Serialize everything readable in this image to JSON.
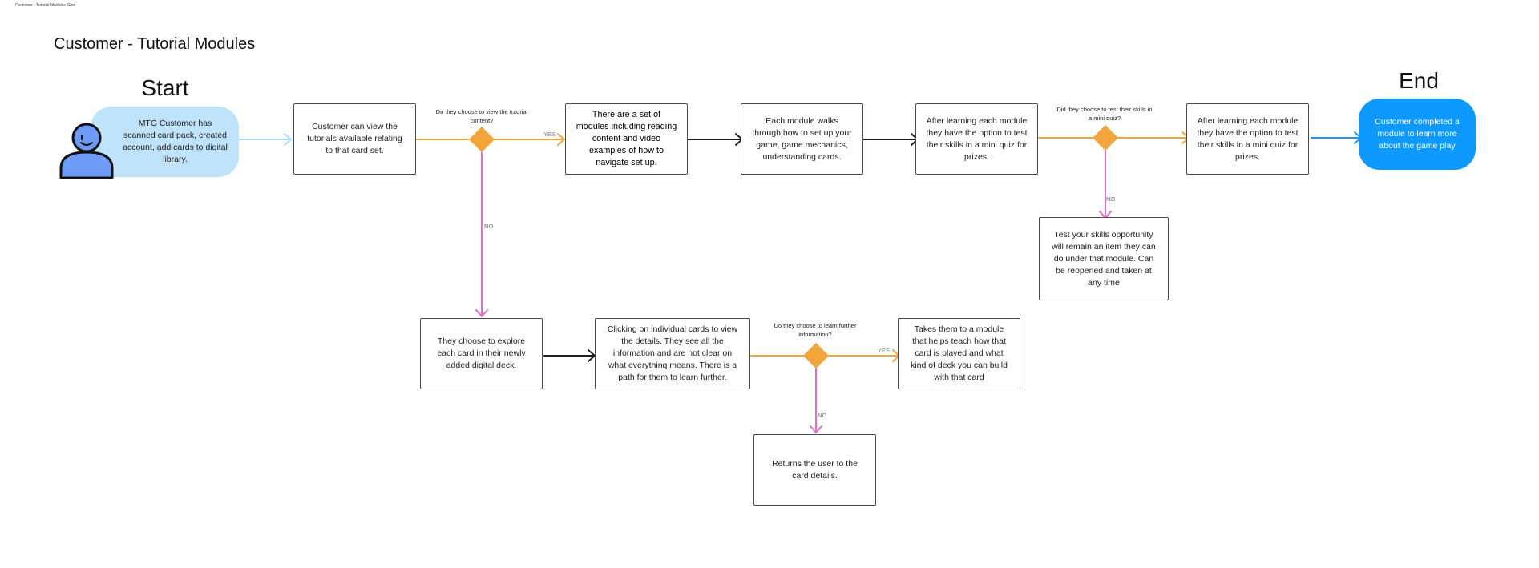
{
  "file_label": "Customer - Tutorial Modules Flow",
  "page_title": "Customer - Tutorial Modules",
  "start_label": "Start",
  "end_label": "End",
  "colors": {
    "start_fill": "#bfe3fb",
    "end_fill": "#0d99ff",
    "decision_fill": "#f2a53a",
    "yes_line": "#f2a53a",
    "no_line": "#e46dc8",
    "default_line": "#1e1e1e",
    "start_line": "#a9dcf8",
    "end_line": "#1e96f0",
    "avatar_fill": "#6d9bf7"
  },
  "nodes": {
    "start": "MTG Customer has scanned card pack, created account, add cards to digital library.",
    "view_tutorials": "Customer can view the tutorials available relating to that card set.",
    "q_view_tutorial": "Do they choose to view the tutorial content?",
    "modules": "There are a set of modules including reading content and video examples of how to navigate set up.",
    "module_walks": "Each module walks through how to set up your game, game mechanics, understanding cards.",
    "quiz_option_1": "After learning each module they have the option to test their skills in a mini quiz for prizes.",
    "q_mini_quiz": "Did they choose to test their skills in a mini quiz?",
    "quiz_option_2": "After learning each module they have the option to test their skills in a mini quiz for prizes.",
    "end": "Customer completed a module to learn more about the game play",
    "test_skills_later": "Test your skills opportunity will remain an item they can do under that module. Can be reopened and taken at any time",
    "explore_cards": "They choose to explore each card in their newly added digital deck.",
    "click_cards": "Clicking on individual cards to view the details. They see all the information and are not clear on what everything means. There is a path for them to learn further.",
    "q_learn_further": "Do they choose to learn further information?",
    "module_teaches": "Takes them to a module that helps teach how that card is played and what kind of deck you can build with that card",
    "returns_user": "Returns the user to the card details."
  },
  "branch_labels": {
    "yes_1": "YES",
    "no_1": "NO",
    "no_2": "NO",
    "yes_3": "YES",
    "no_3": "NO"
  }
}
